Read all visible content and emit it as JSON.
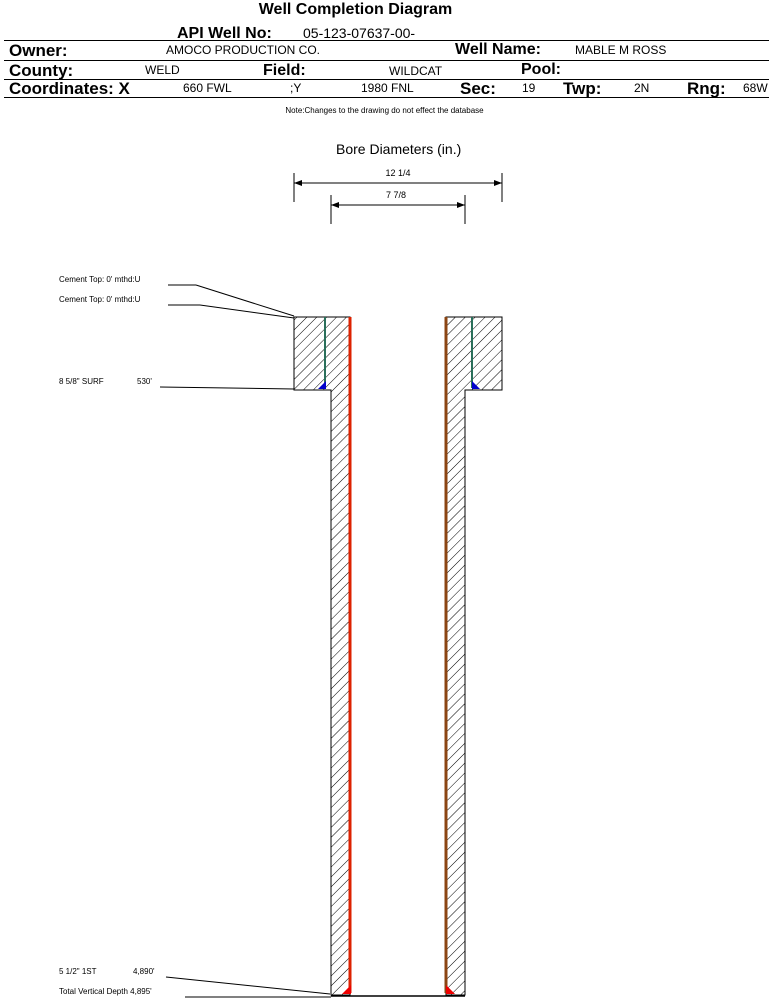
{
  "title": "Well Completion Diagram",
  "header": {
    "api_label": "API Well No:",
    "api_value": "05-123-07637-00-",
    "owner_label": "Owner:",
    "owner_value": "AMOCO PRODUCTION CO.",
    "well_name_label": "Well Name:",
    "well_name_value": "MABLE M ROSS",
    "county_label": "County:",
    "county_value": "WELD",
    "field_label": "Field:",
    "field_value": "WILDCAT",
    "pool_label": "Pool:",
    "pool_value": "",
    "coord_label": "Coordinates: X",
    "coord_x_value": "660 FWL",
    "coord_y_label": ";Y",
    "coord_y_value": "1980 FNL",
    "sec_label": "Sec:",
    "sec_value": "19",
    "twp_label": "Twp:",
    "twp_value": "2N",
    "rng_label": "Rng:",
    "rng_value": "68W"
  },
  "note": "Note:Changes to the drawing do not effect the database",
  "diagram": {
    "bore_title": "Bore Diameters (in.)",
    "bore_outer": "12 1/4",
    "bore_inner": "7 7/8",
    "annotations": {
      "cement_top_1": "Cement Top: 0' mthd:U",
      "cement_top_2": "Cement Top: 0' mthd:U",
      "surface_casing": "8 5/8\" SURF",
      "surface_depth": "530'",
      "prod_casing": "5 1/2\" 1ST",
      "prod_depth": "4,890'",
      "tvd": "Total Vertical Depth 4,895'"
    },
    "colors": {
      "casing_red": "#dd2200",
      "casing_brown": "#8b4513",
      "cement_green": "#2a6f5a",
      "shoe_blue": "#0000cc",
      "shoe_red": "#ee0000"
    }
  }
}
